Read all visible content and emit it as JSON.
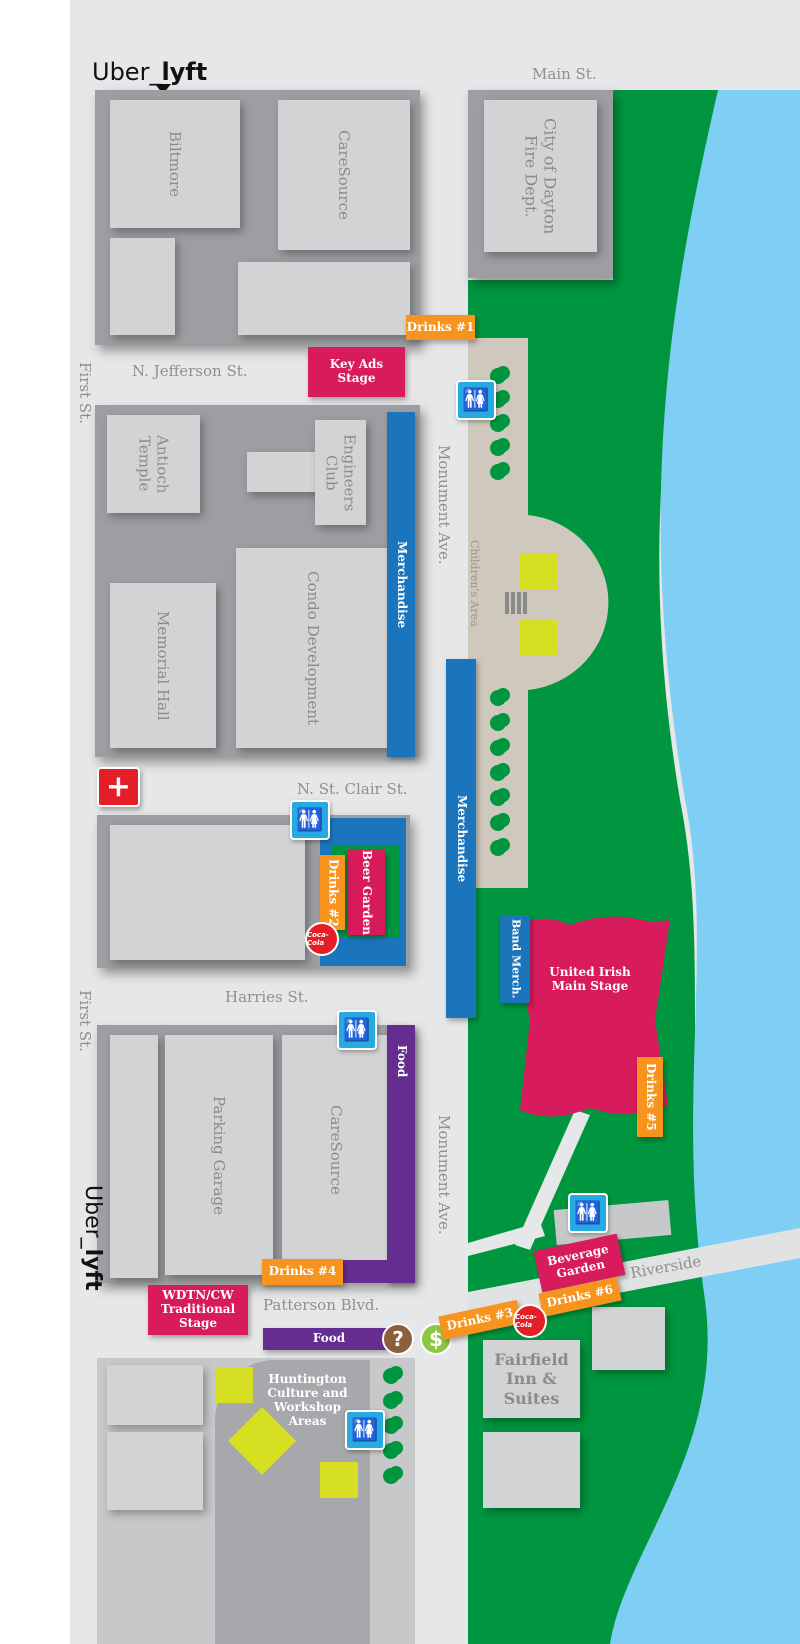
{
  "colors": {
    "green": "#00963f",
    "river": "#7fcff5",
    "stage": "#d81b5c",
    "drinks": "#f7941d",
    "merch": "#1b75bc",
    "food": "#662d91"
  },
  "rideshare": {
    "uber": "Uber",
    "lyft": "lyft"
  },
  "streets": {
    "main": "Main St.",
    "jefferson": "N. Jefferson St.",
    "first_top": "First St.",
    "first_bottom": "First St.",
    "monument_top": "Monument Ave.",
    "monument_bottom": "Monument Ave.",
    "st_clair": "N. St. Clair St.",
    "harries": "Harries St.",
    "patterson": "Patterson Blvd.",
    "riverside": "Riverside"
  },
  "buildings": {
    "biltmore": "Biltmore",
    "caresource_top": "CareSource",
    "fire": "City of Dayton Fire Dept.",
    "antioch": "Antioch Temple",
    "engineers": "Engineers Club",
    "memorial": "Memorial Hall",
    "condo": "Condo Development",
    "parking": "Parking Garage",
    "caresource_bottom": "CareSource",
    "fairfield": "Fairfield Inn & Suites"
  },
  "venues": {
    "drinks1": "Drinks #1",
    "drinks2": "Drinks #2",
    "drinks3": "Drinks #3",
    "drinks4": "Drinks #4",
    "drinks5": "Drinks #5",
    "drinks6": "Drinks #6",
    "key_ads": "Key Ads Stage",
    "merch1": "Merchandise",
    "merch2": "Merchandise",
    "children": "Children's Area",
    "beer": "Beer Garden",
    "band_merch": "Band Merch.",
    "main_stage": "United Irish Main Stage",
    "food1": "Food",
    "food2": "Food",
    "wdtn": "WDTN/CW Traditional Stage",
    "huntington": "Huntington Culture and Workshop Areas",
    "beverage": "Beverage Garden"
  },
  "icons": {
    "info": "?",
    "atm": "$",
    "first_aid": "+",
    "coke": "Coca-Cola"
  }
}
